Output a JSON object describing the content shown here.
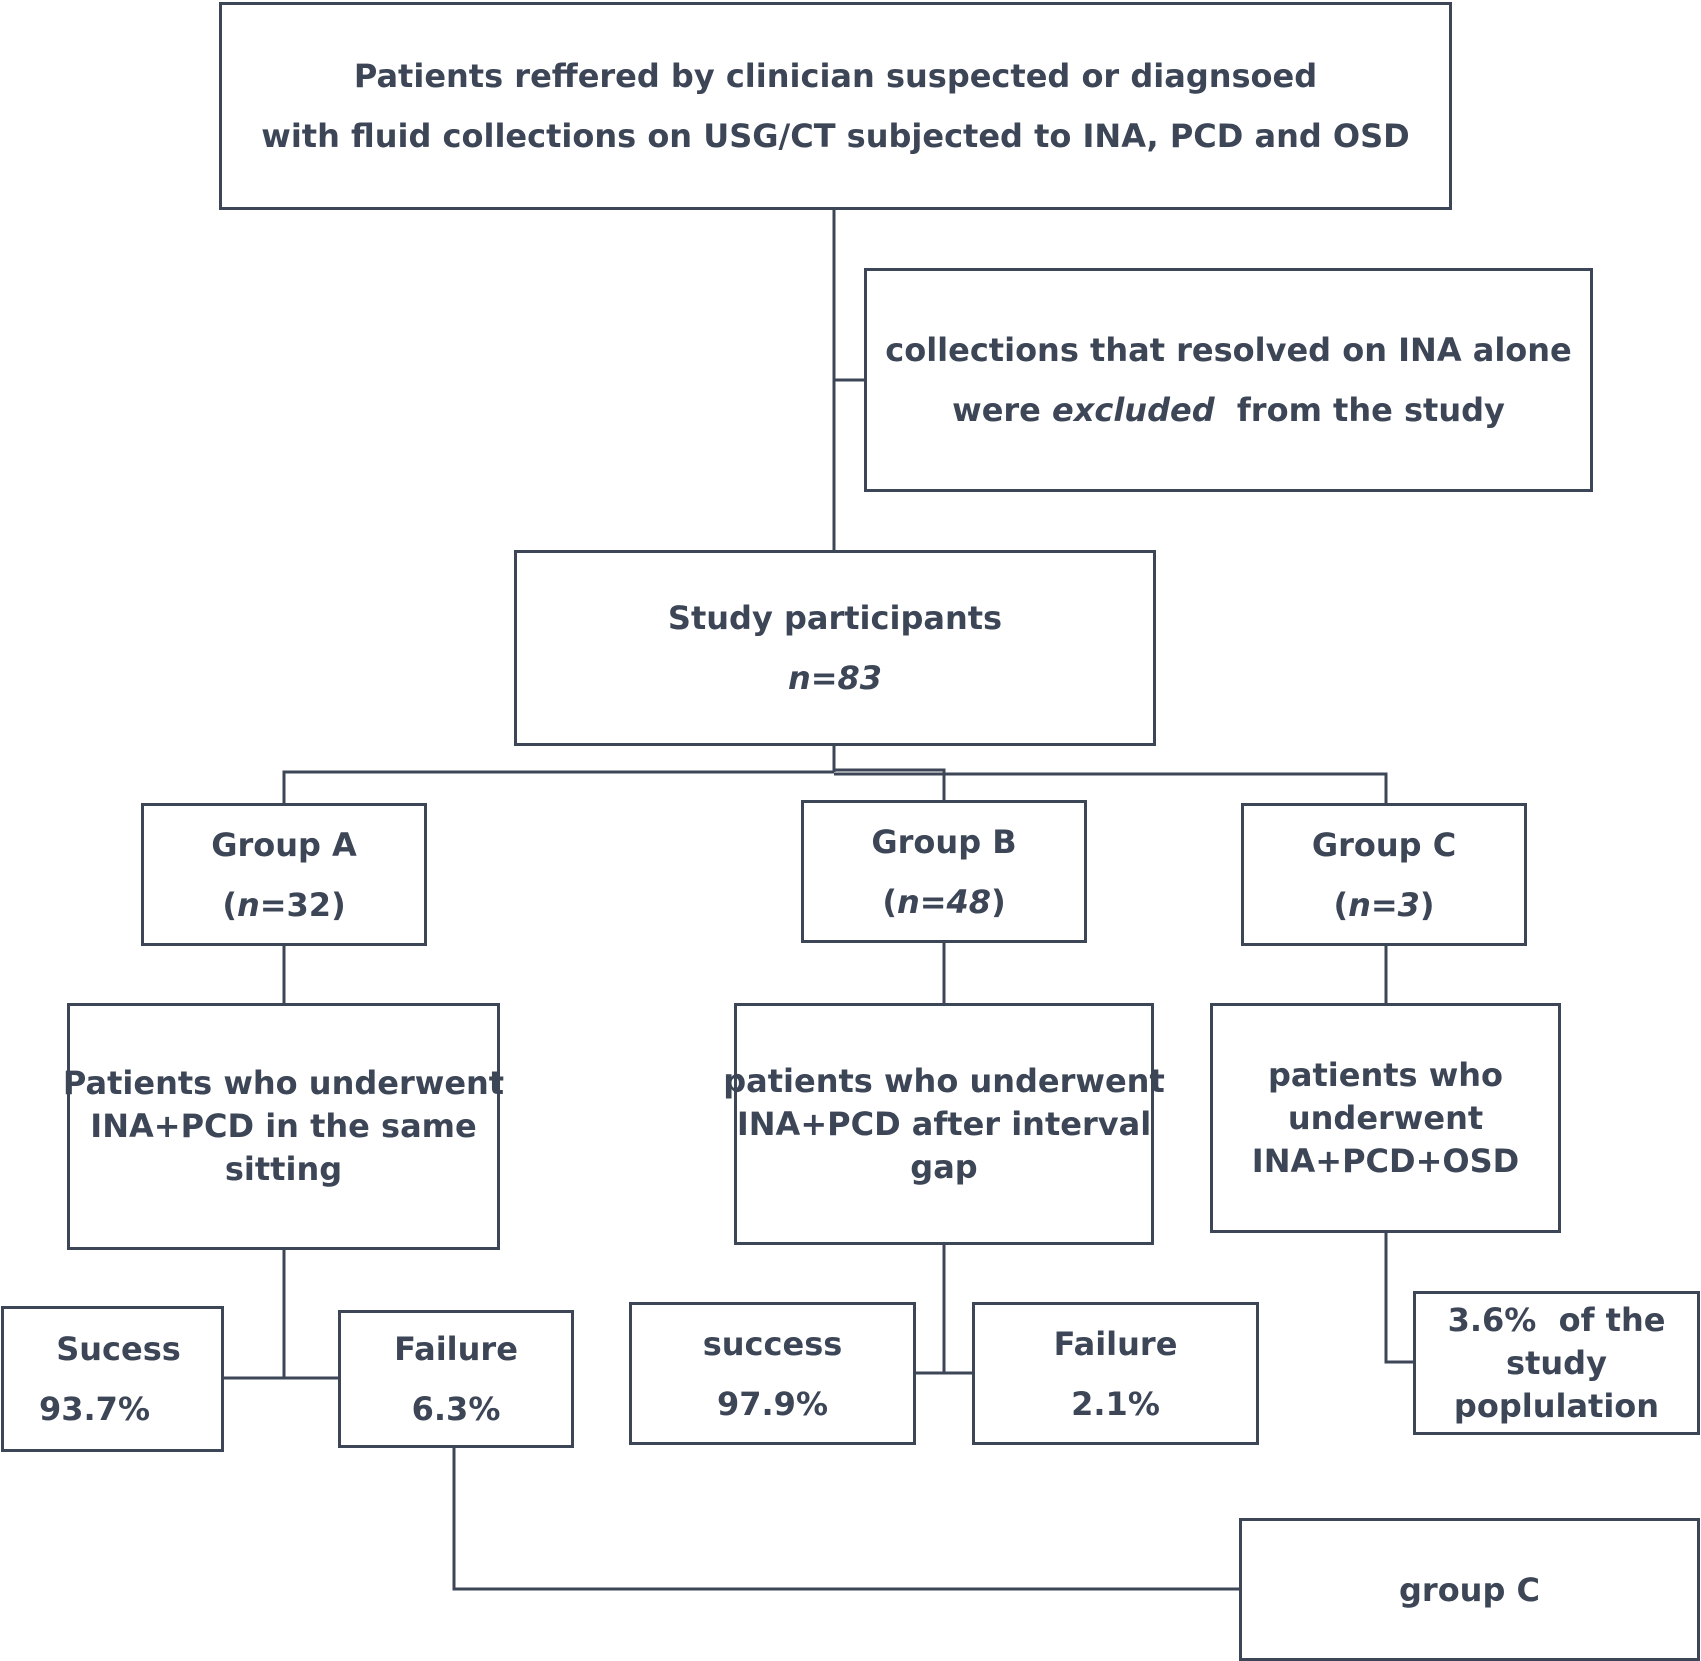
{
  "top": {
    "line1": "Patients reffered by clinician suspected or diagnsoed",
    "line2": "with fluid collections on USG/CT subjected to INA, PCD and OSD"
  },
  "exclusion": {
    "line1": "collections that resolved on INA alone",
    "line2_pre": "were ",
    "line2_em": "excluded",
    "line2_post": "  from the study"
  },
  "participants": {
    "title": "Study participants",
    "n": "n=83"
  },
  "groups": [
    {
      "name": "Group A",
      "n_open": "(",
      "n_em": "n",
      "n_rest": "=32)",
      "desc": [
        "Patients who underwent",
        "INA+PCD in the same",
        "sitting"
      ]
    },
    {
      "name": "Group B",
      "n_open": "(",
      "n_em": "n=48",
      "n_rest": ")",
      "desc": [
        "patients who underwent",
        "INA+PCD after interval",
        "gap"
      ]
    },
    {
      "name": "Group C",
      "n_open": "(",
      "n_em": "n=3",
      "n_rest": ")",
      "desc": [
        "patients who",
        "underwent",
        "INA+PCD+OSD"
      ]
    }
  ],
  "outcomes": {
    "a_success": {
      "label": "Sucess",
      "value": "93.7%"
    },
    "a_failure": {
      "label": "Failure",
      "value": "6.3%"
    },
    "b_success": {
      "label": "success",
      "value": "97.9%"
    },
    "b_failure": {
      "label": "Failure",
      "value": "2.1%"
    },
    "c_note": [
      "3.6%  of the",
      "study",
      "poplulation"
    ],
    "failure_to": "group C"
  },
  "colors": {
    "ink": "#3d4656",
    "background": "#ffffff"
  }
}
